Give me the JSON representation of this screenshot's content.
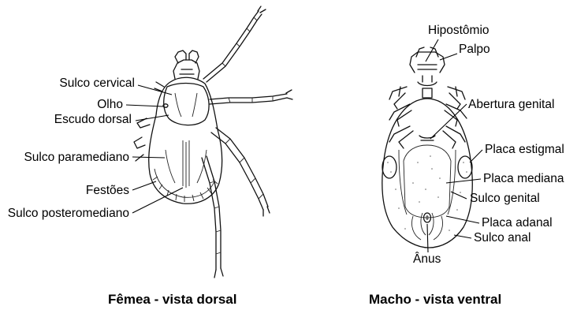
{
  "female": {
    "caption": "Fêmea - vista dorsal",
    "labels": {
      "sulco_cervical": "Sulco cervical",
      "olho": "Olho",
      "escudo_dorsal": "Escudo dorsal",
      "sulco_paramediano": "Sulco  paramediano",
      "festoes": "Festões",
      "sulco_posteromediano": "Sulco posteromediano"
    }
  },
  "male": {
    "caption": "Macho - vista ventral",
    "labels": {
      "hipostomio": "Hipostômio",
      "palpo": "Palpo",
      "abertura_genital": "Abertura genital",
      "placa_estigmal": "Placa estigmal",
      "placa_mediana": "Placa mediana",
      "sulco_genital": "Sulco genital",
      "placa_adanal": "Placa adanal",
      "sulco_anal": "Sulco anal",
      "anus": "Ânus"
    }
  }
}
